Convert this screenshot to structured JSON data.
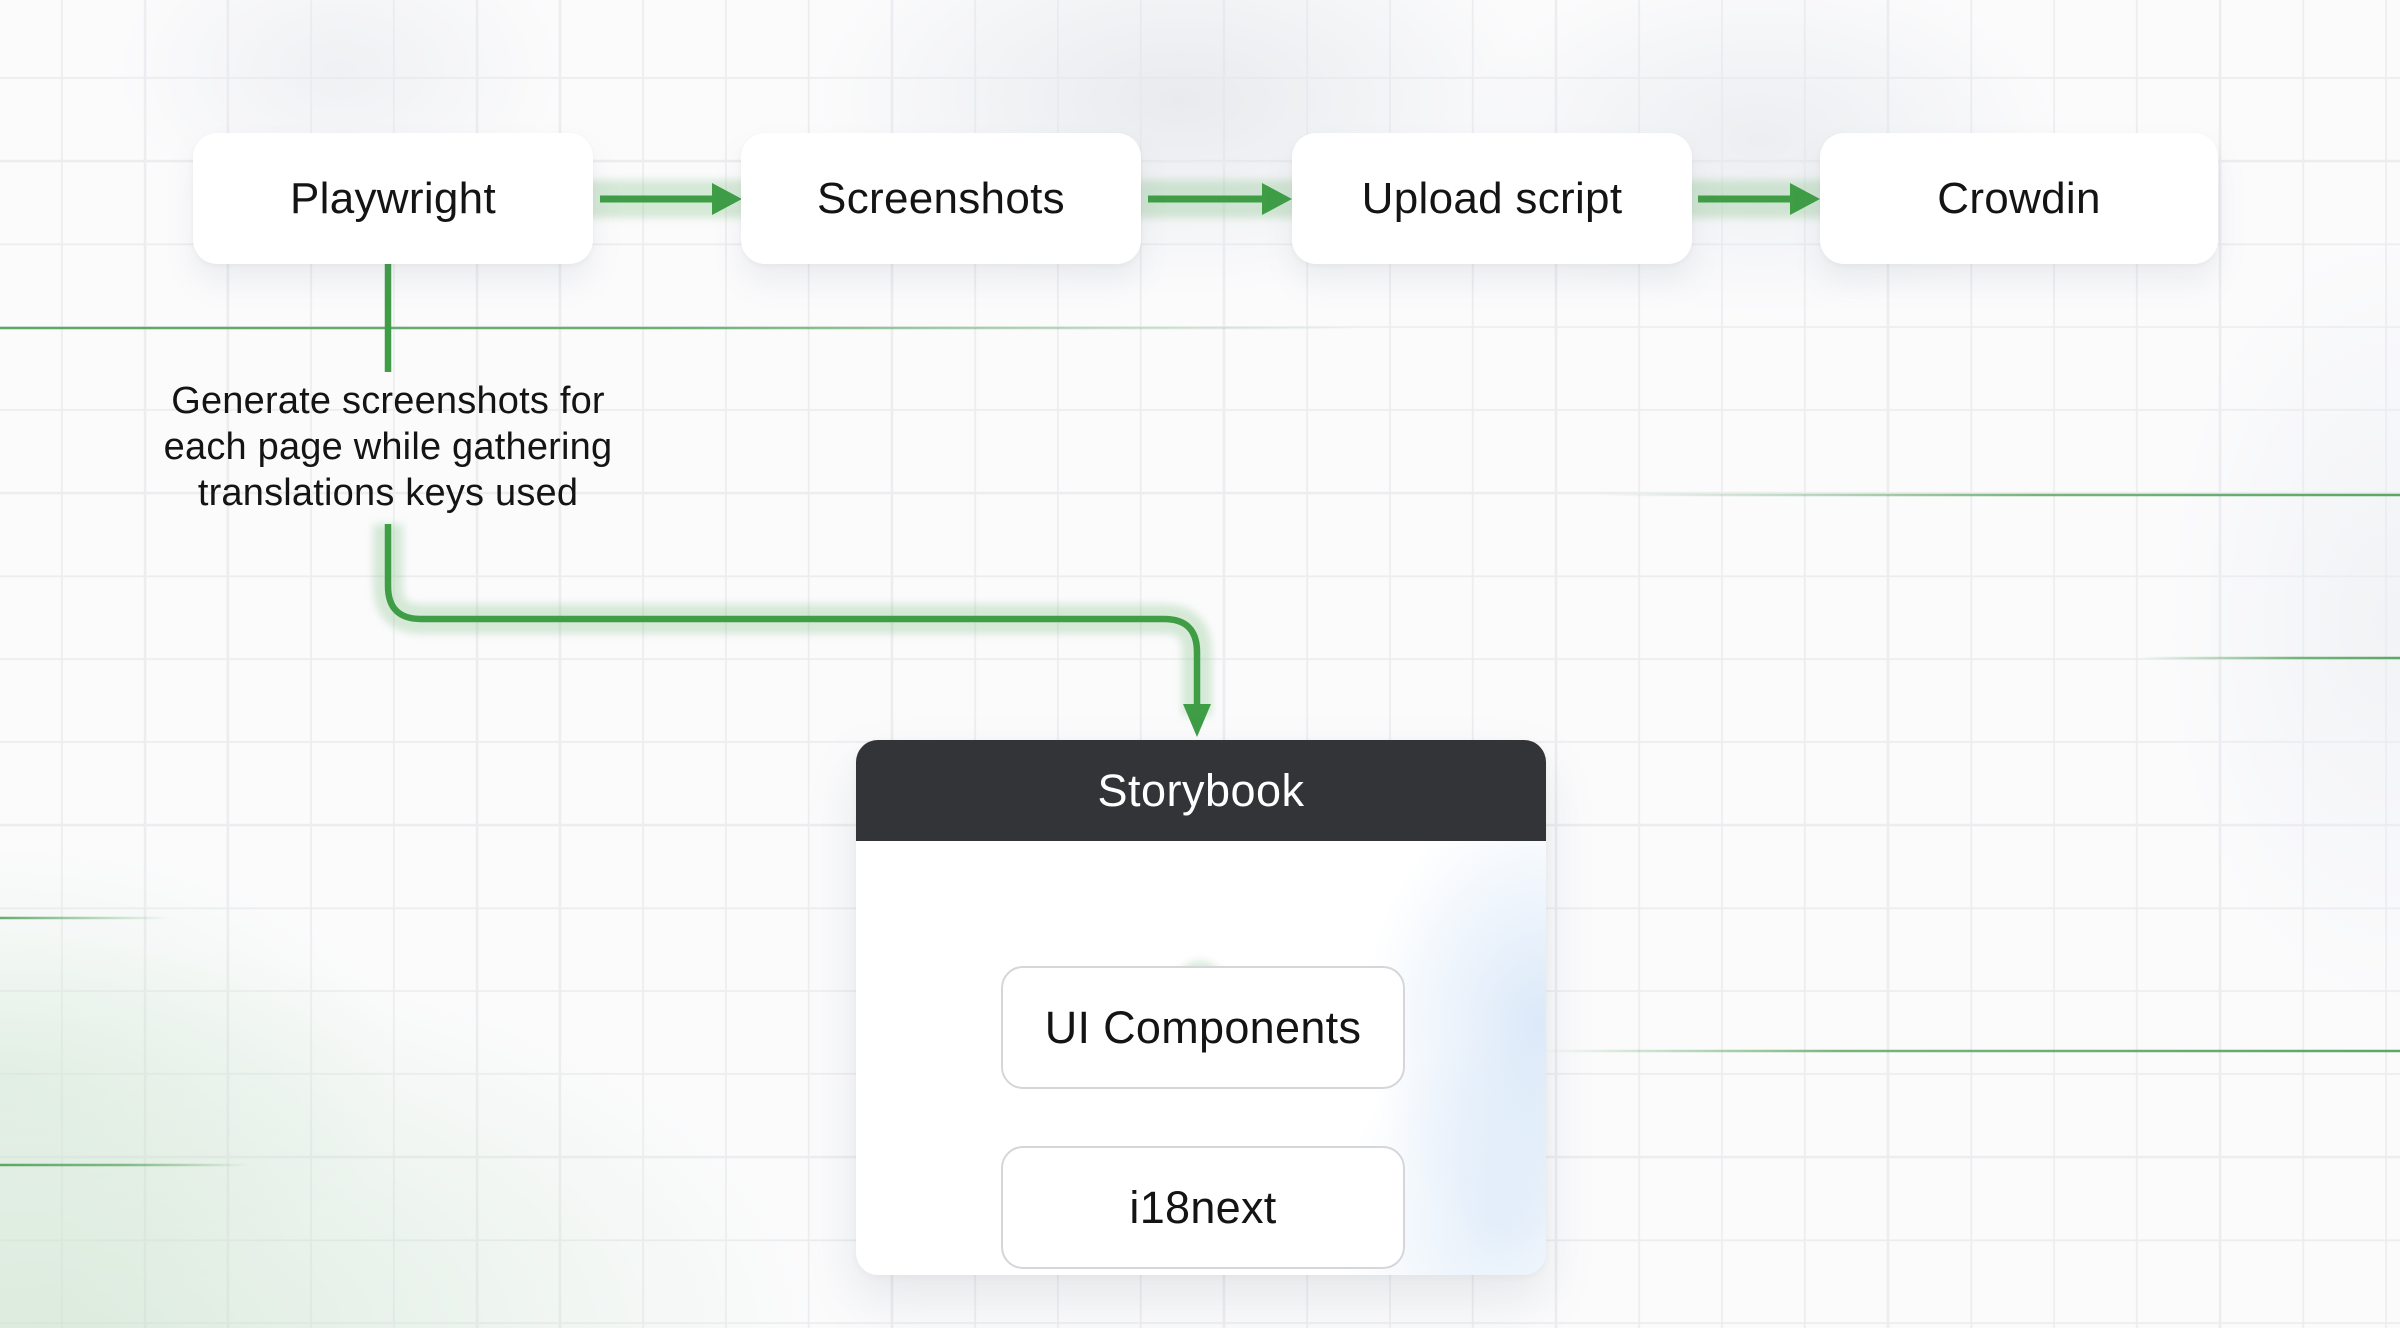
{
  "diagram": {
    "flow": {
      "nodes": [
        {
          "id": "playwright",
          "label": "Playwright"
        },
        {
          "id": "screenshots",
          "label": "Screenshots"
        },
        {
          "id": "upload",
          "label": "Upload script"
        },
        {
          "id": "crowdin",
          "label": "Crowdin"
        }
      ]
    },
    "annotation": {
      "lines": [
        "Generate screenshots for",
        "each page while gathering",
        "translations keys used"
      ]
    },
    "storybook": {
      "title": "Storybook",
      "nodes": [
        {
          "id": "ui-components",
          "label": "UI Components"
        },
        {
          "id": "i18next",
          "label": "i18next"
        }
      ]
    }
  },
  "colors": {
    "arrow_green": "#3f9d46",
    "halo_green": "rgba(134,194,138,0.32)",
    "accent_line_green": "#55a35d",
    "header_bg": "#333437",
    "header_text": "#ffffff",
    "label_text": "#141414",
    "grid_line": "#ededf0",
    "inner_box_border": "#d6d6da"
  }
}
